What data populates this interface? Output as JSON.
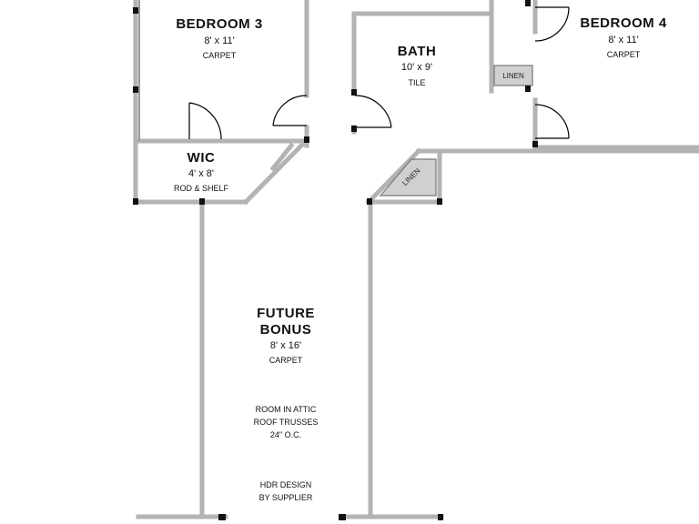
{
  "rooms": {
    "bedroom3": {
      "name": "BEDROOM 3",
      "size": "8' x 11'",
      "floor": "CARPET"
    },
    "bedroom4": {
      "name": "BEDROOM 4",
      "size": "8' x 11'",
      "floor": "CARPET"
    },
    "bath": {
      "name": "BATH",
      "size": "10' x 9'",
      "floor": "TILE"
    },
    "wic": {
      "name": "WIC",
      "size": "4' x 8'",
      "floor": "ROD & SHELF"
    },
    "bonus": {
      "name_line1": "FUTURE",
      "name_line2": "BONUS",
      "size": "8' x 16'",
      "floor": "CARPET",
      "note_line1": "ROOM IN ATTIC",
      "note_line2": "ROOF TRUSSES",
      "note_line3": "24\" O.C.",
      "note_line4": "HDR DESIGN",
      "note_line5": "BY SUPPLIER"
    }
  },
  "closets": {
    "linen_bath": "LINEN",
    "linen_hall": "LINEN"
  }
}
